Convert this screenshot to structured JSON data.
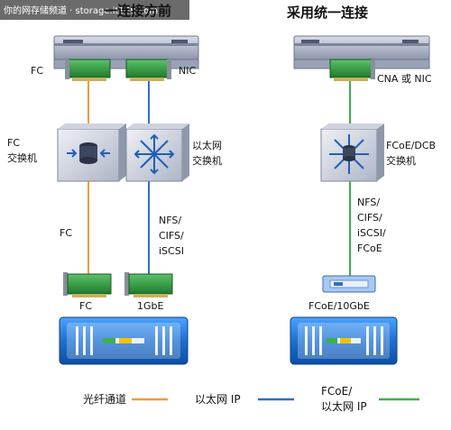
{
  "watermark": "你的网存储频道 · storage.it168.com",
  "left_title": "一连接方前",
  "right_title": "采用统一连接",
  "left": {
    "hba_label": "FC",
    "nic_label": "NIC",
    "fc_switch_label_1": "FC",
    "fc_switch_label_2": "交换机",
    "eth_switch_label_1": "以太网",
    "eth_switch_label_2": "交换机",
    "fc_link_label": "FC",
    "eth_link_label_1": "NFS/",
    "eth_link_label_2": "CIFS/",
    "eth_link_label_3": "iSCSI",
    "storage_port_fc": "FC",
    "storage_port_eth": "1GbE"
  },
  "right": {
    "cna_label": "CNA 或 NIC",
    "switch_label_1": "FCoE/DCB",
    "switch_label_2": "交换机",
    "link_label_1": "NFS/",
    "link_label_2": "CIFS/",
    "link_label_3": "iSCSI/",
    "link_label_4": "FCoE",
    "storage_port": "FCoE/10GbE"
  },
  "legend": [
    {
      "label": "光纤通道",
      "color": "#f39a3c"
    },
    {
      "label": "以太网 IP",
      "color": "#2f6fc0"
    },
    {
      "label_1": "FCoE/",
      "label_2": "以太网 IP",
      "color": "#3db04b"
    }
  ],
  "colors": {
    "fc": "#f39a3c",
    "ethernet": "#2f6fc0",
    "fcoe": "#3db04b",
    "card": "#2f8f3a",
    "storage": "#1f6fd0"
  }
}
